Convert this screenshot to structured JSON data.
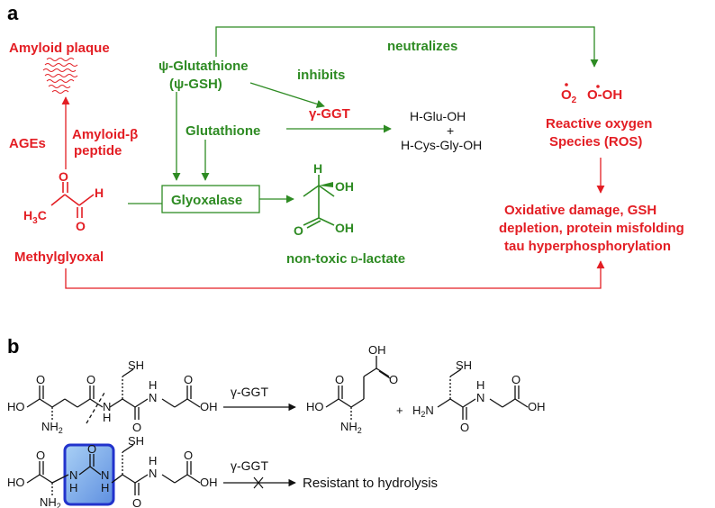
{
  "panel_a": {
    "label": "a",
    "amyloid_plaque": "Amyloid plaque",
    "ages": "AGEs",
    "amyloid_beta_line1": "Amyloid-β",
    "amyloid_beta_line2": "peptide",
    "methylglyoxal": "Methylglyoxal",
    "mg_o": "O",
    "mg_h": "H",
    "mg_h3c": "H",
    "mg_h3c_sub": "3",
    "mg_h3c_c": "C",
    "psi_glutathione": "ψ-Glutathione",
    "psi_gsh": "(ψ-GSH)",
    "inhibits": "inhibits",
    "neutralizes": "neutralizes",
    "gamma_ggt": "γ-GGT",
    "glutathione": "Glutathione",
    "glyoxalase": "Glyoxalase",
    "h_glu_oh": "H-Glu-OH",
    "plus": "+",
    "h_cys_gly_oh": "H-Cys-Gly-OH",
    "lactate_h": "H",
    "lactate_oh": "OH",
    "lactate_o": "O",
    "lactate_oh2": "OH",
    "non_toxic_lactate_prefix": "non-toxic ",
    "non_toxic_lactate_d": "D",
    "non_toxic_lactate_suffix": "-lactate",
    "o2": "O",
    "o2_sub": "2",
    "oh_radical": "O-OH",
    "ros_line1": "Reactive oxygen",
    "ros_line2": "Species (ROS)",
    "damage_line1": "Oxidative damage, GSH",
    "damage_line2": "depletion, protein misfolding",
    "damage_line3": "tau hyperphosphorylation"
  },
  "panel_b": {
    "label": "b",
    "ggt_top": "γ-GGT",
    "ggt_bottom": "γ-GGT",
    "resistant": "Resistant to hydrolysis",
    "sh": "SH",
    "o": "O",
    "oh": "OH",
    "ho": "HO",
    "nh2": "NH",
    "nh2_sub": "2",
    "h2n": "H",
    "h2n_sub": "2",
    "n": "N",
    "h": "H",
    "n_letter": "N",
    "plus": "+"
  },
  "colors": {
    "red": "#e31e24",
    "green": "#2e8b23",
    "black": "#111111",
    "highlight_blue": "#2233cc",
    "highlight_fill": "#7fb2ea"
  }
}
